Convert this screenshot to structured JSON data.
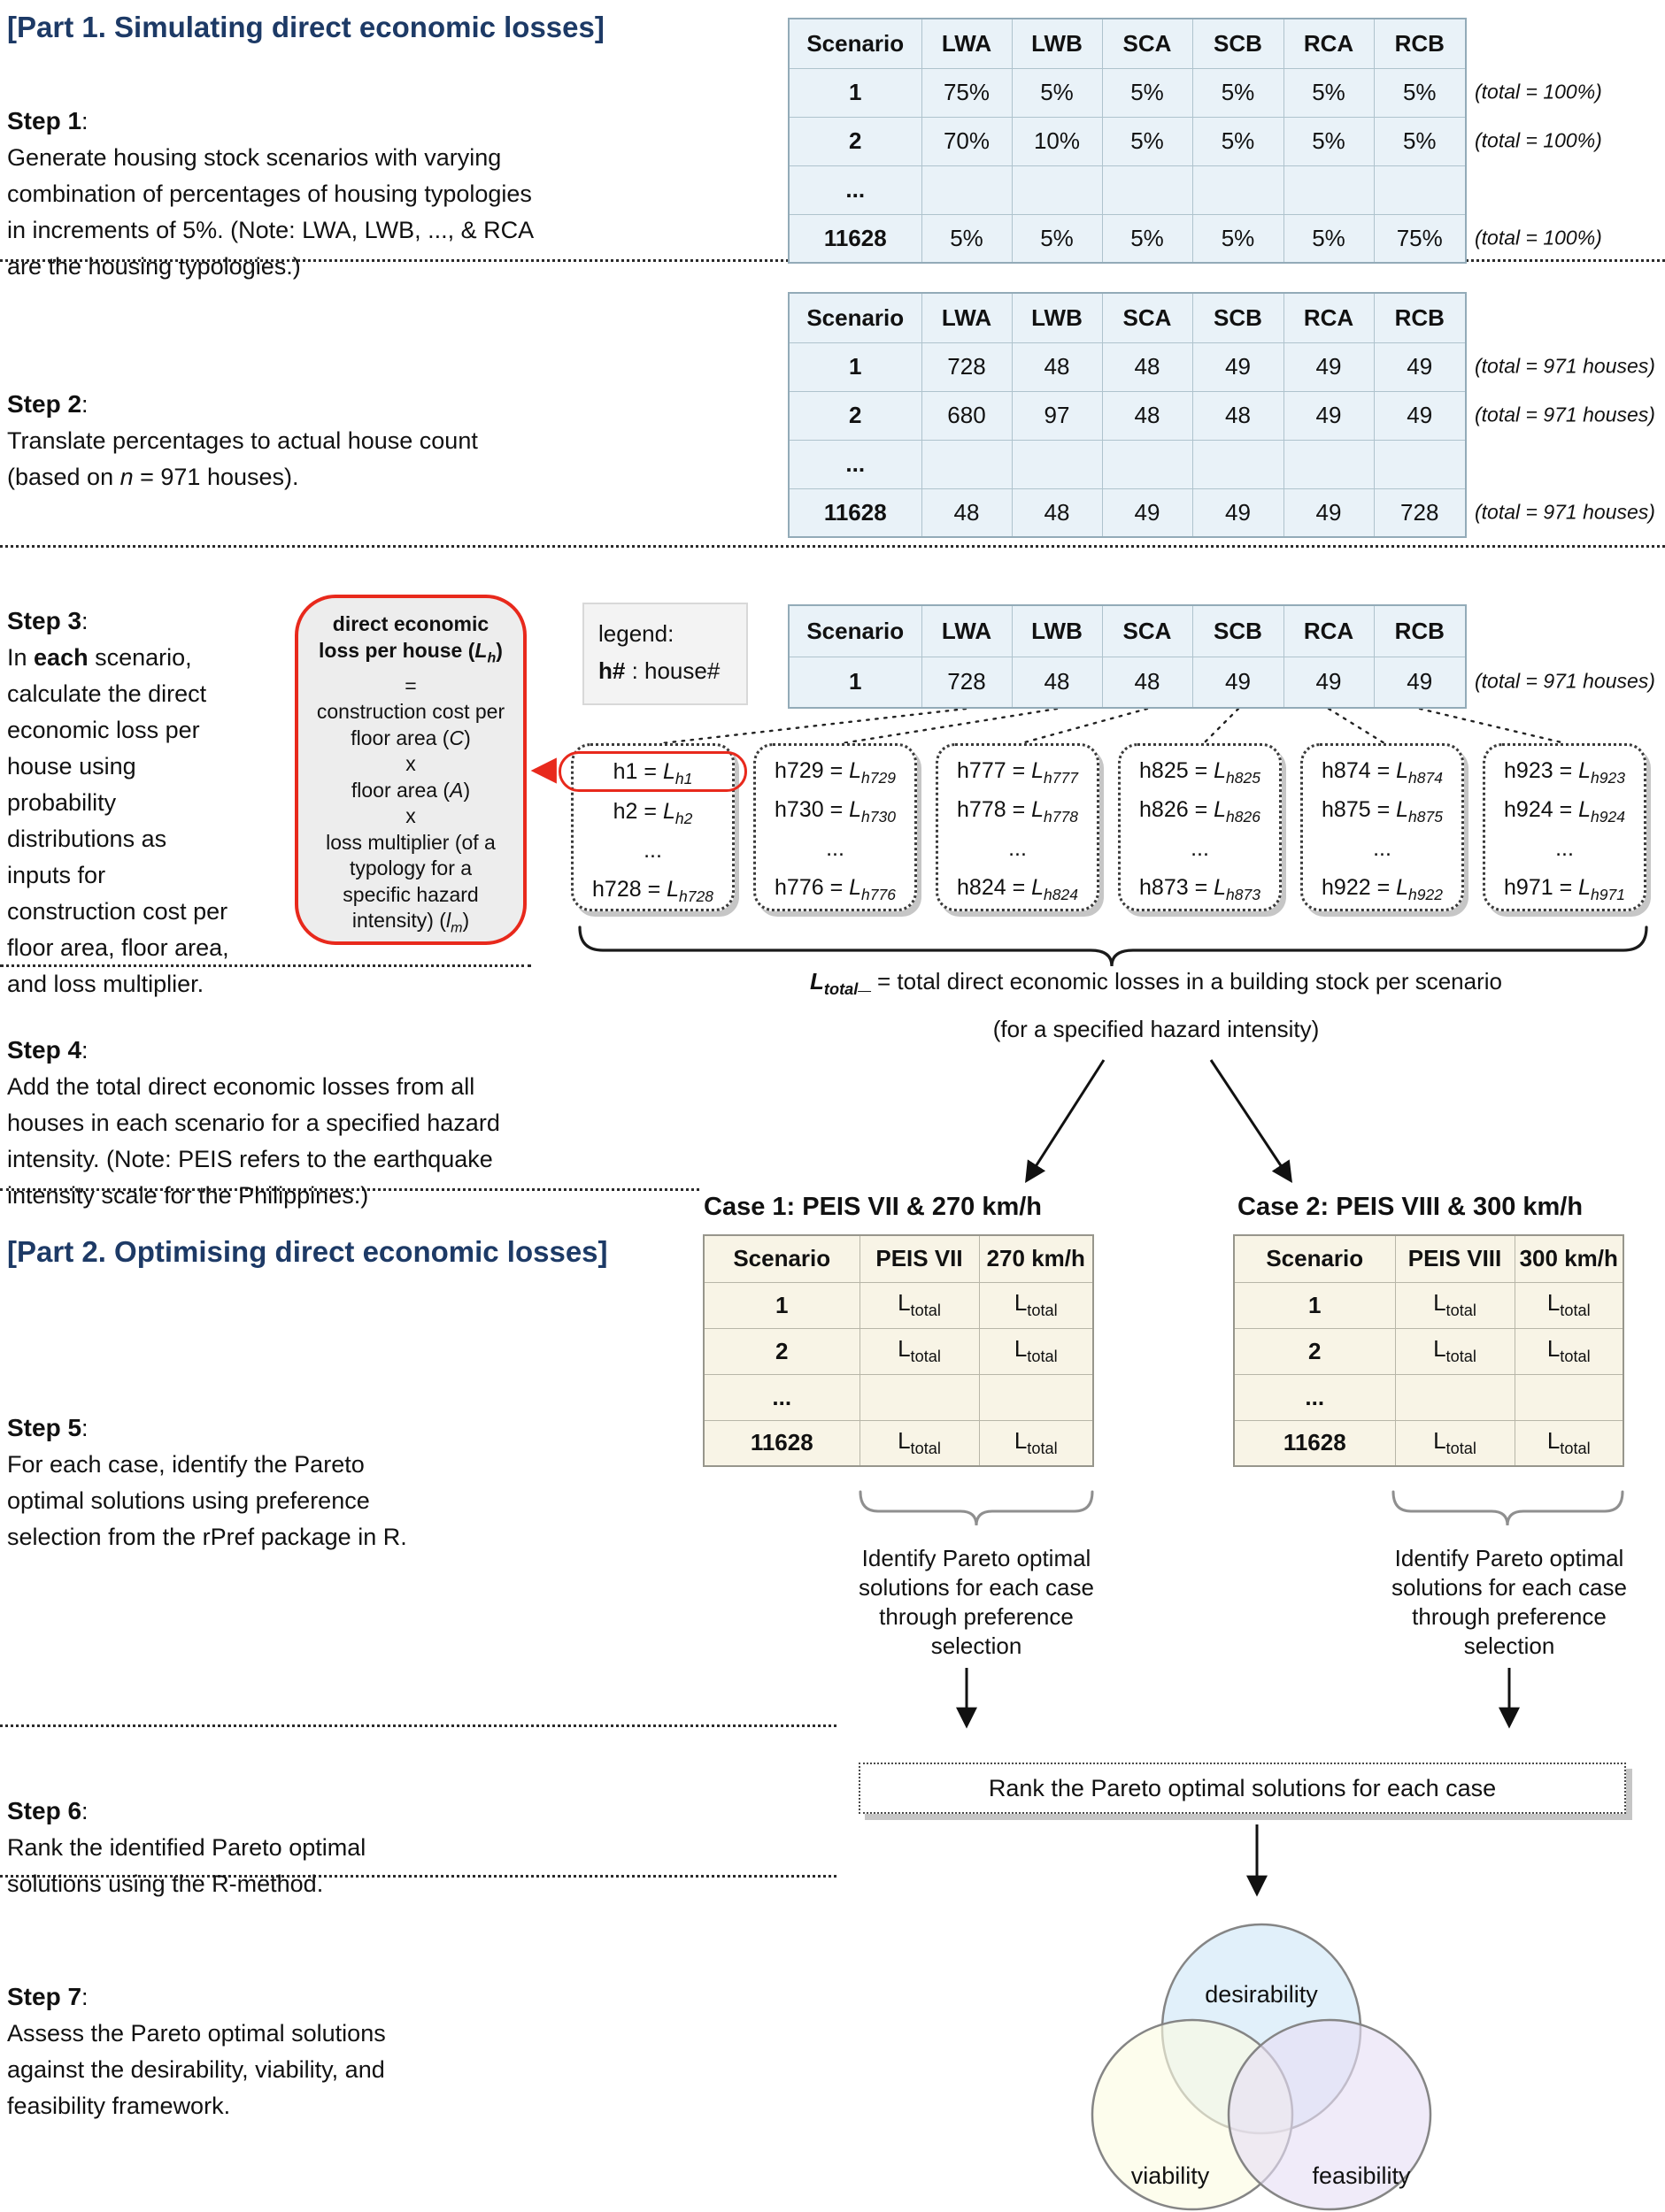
{
  "part1": {
    "title": "[Part 1. Simulating direct economic losses]"
  },
  "part2": {
    "title": "[Part 2. Optimising direct economic losses]"
  },
  "steps": [
    {
      "label": "Step 1",
      "text": "Generate housing stock scenarios with varying\ncombination of percentages of housing typologies\nin increments of 5%. (Note: LWA, LWB, ..., & RCA\nare the housing typologies.)"
    },
    {
      "label": "Step 2",
      "text": "Translate percentages to actual house count\n(based on _n_ = 971 houses)."
    },
    {
      "label": "Step 3",
      "text": "In **each** scenario,\ncalculate the direct\neconomic loss per\nhouse using\nprobability\ndistributions as\ninputs for\nconstruction cost per\nfloor area, floor area,\nand loss multiplier."
    },
    {
      "label": "Step 4",
      "text": "Add the total direct economic losses from all\nhouses in each scenario for a specified hazard\nintensity. (Note: PEIS refers to the earthquake\nintensity scale for the Philippines.)"
    },
    {
      "label": "Step 5",
      "text": "For each case, identify the Pareto\noptimal solutions using preference\nselection from the rPref package in R."
    },
    {
      "label": "Step 6",
      "text": "Rank the identified Pareto optimal\nsolutions using the R-method."
    },
    {
      "label": "Step 7",
      "text": "Assess the Pareto optimal solutions\nagainst the desirability, viability, and\nfeasibility framework."
    }
  ],
  "typology_headers": [
    "Scenario",
    "LWA",
    "LWB",
    "SCA",
    "SCB",
    "RCA",
    "RCB"
  ],
  "table_percent": {
    "rows": [
      [
        "1",
        "75%",
        "5%",
        "5%",
        "5%",
        "5%",
        "5%"
      ],
      [
        "2",
        "70%",
        "10%",
        "5%",
        "5%",
        "5%",
        "5%"
      ],
      [
        "...",
        "",
        "",
        "",
        "",
        "",
        ""
      ],
      [
        "11628",
        "5%",
        "5%",
        "5%",
        "5%",
        "5%",
        "75%"
      ]
    ],
    "annotations": [
      "(total = 100%)",
      "(total = 100%)",
      "(total = 100%)"
    ]
  },
  "table_counts": {
    "rows": [
      [
        "1",
        "728",
        "48",
        "48",
        "49",
        "49",
        "49"
      ],
      [
        "2",
        "680",
        "97",
        "48",
        "48",
        "49",
        "49"
      ],
      [
        "...",
        "",
        "",
        "",
        "",
        "",
        ""
      ],
      [
        "11628",
        "48",
        "48",
        "49",
        "49",
        "49",
        "728"
      ]
    ],
    "annotations": [
      "(total = 971 houses)",
      "(total = 971 houses)",
      "(total = 971 houses)"
    ]
  },
  "table_scenario1": {
    "rows": [
      [
        "1",
        "728",
        "48",
        "48",
        "49",
        "49",
        "49"
      ]
    ],
    "annotations": [
      "(total = 971 houses)"
    ]
  },
  "legend": {
    "line1": "legend:",
    "line2": "**h#** : house#"
  },
  "loss_box": {
    "title": "direct economic\nloss per house (_L__{_h_})",
    "body": "=\nconstruction cost per\nfloor area (_C_)\nx\nfloor area (_A_)\nx\nloss multiplier (of a\ntypology for a\nspecific hazard\nintensity) (_l__{_m_})"
  },
  "house_groups": [
    [
      "h1 = _L__{_h1_}",
      "h2 = _L__{_h2_}",
      "...",
      "h728 = _L__{_h728_}"
    ],
    [
      "h729 = _L__{_h729_}",
      "h730 = _L__{_h730_}",
      "...",
      "h776 = _L__{_h776_}"
    ],
    [
      "h777 = _L__{_h777_}",
      "h778 = _L__{_h778_}",
      "...",
      "h824 = _L__{_h824_}"
    ],
    [
      "h825 = _L__{_h825_}",
      "h826 = _L__{_h826_}",
      "...",
      "h873 = _L__{_h873_}"
    ],
    [
      "h874 = _L__{_h874_}",
      "h875 = _L__{_h875_}",
      "...",
      "h922 = _L__{_h922_}"
    ],
    [
      "h923 = _L__{_h923_}",
      "h924 = _L__{_h924_}",
      "...",
      "h971 = _L__{_h971_}"
    ]
  ],
  "ltotal": {
    "line1": "**_L__{_total_}_** = total direct economic losses in a building stock per scenario",
    "line2": "(for a specified hazard intensity)"
  },
  "cases": [
    {
      "title": "Case 1: PEIS VII & 270 km/h",
      "headers": [
        "Scenario",
        "PEIS VII",
        "270 km/h"
      ],
      "rows": [
        [
          "1",
          "L_{total}",
          "L_{total}"
        ],
        [
          "2",
          "L_{total}",
          "L_{total}"
        ],
        [
          "...",
          "",
          ""
        ],
        [
          "11628",
          "L_{total}",
          "L_{total}"
        ]
      ],
      "note": "Identify Pareto optimal\nsolutions for each case\nthrough preference\nselection"
    },
    {
      "title": "Case 2: PEIS VIII & 300 km/h",
      "headers": [
        "Scenario",
        "PEIS VIII",
        "300 km/h"
      ],
      "rows": [
        [
          "1",
          "L_{total}",
          "L_{total}"
        ],
        [
          "2",
          "L_{total}",
          "L_{total}"
        ],
        [
          "...",
          "",
          ""
        ],
        [
          "11628",
          "L_{total}",
          "L_{total}"
        ]
      ],
      "note": "Identify Pareto optimal\nsolutions for each case\nthrough preference\nselection"
    }
  ],
  "rank_box": "Rank the Pareto optimal solutions for each case",
  "venn": [
    {
      "label": "desirability",
      "color": "#cfe6f7"
    },
    {
      "label": "viability",
      "color": "#fbfce2"
    },
    {
      "label": "feasibility",
      "color": "#e6dff5"
    }
  ],
  "colors": {
    "accent_red": "#e8291c",
    "title_navy": "#1d3a66",
    "table1_bg": "#e9f2f8",
    "table2_bg": "#f8f4e6"
  }
}
